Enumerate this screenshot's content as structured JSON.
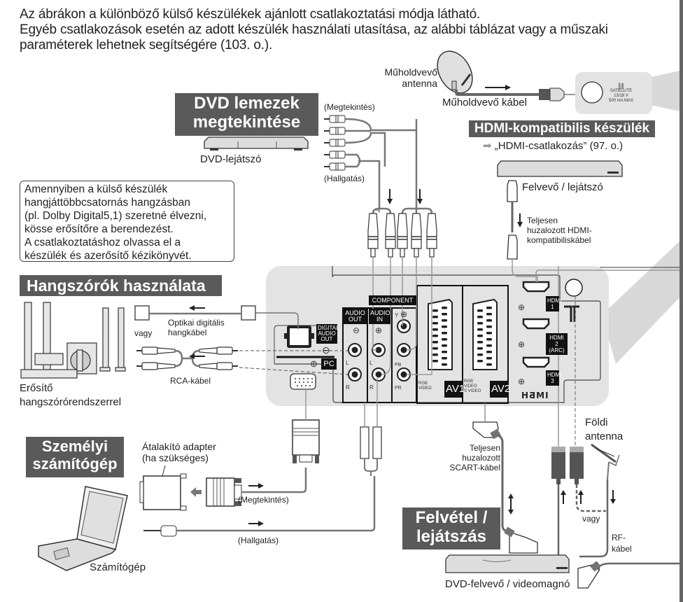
{
  "intro": {
    "line1": "Az ábrákon a különböző külső készülékek ajánlott csatlakoztatási módja látható.",
    "line2": "Egyéb csatlakozások esetén az adott készülék használati utasítása, az alábbi táblázat vagy a műszaki",
    "line3": "paraméterek lehetnek segítségére (103. o.)."
  },
  "satellite": {
    "antenna_label_1": "Műholdvevő",
    "antenna_label_2": "antenna",
    "cable_label": "Műholdvevő kábel",
    "port_label": "SATELLITE",
    "port_spec_1": "13/18 V",
    "port_spec_2": "500 mA MAX"
  },
  "dvd_section": {
    "banner_line1": "DVD lemezek",
    "banner_line2": "megtekintése",
    "device_label": "DVD-lejátszó",
    "video_label": "(Megtekintés)",
    "audio_label": "(Hallgatás)"
  },
  "hdmi_section": {
    "banner": "HDMI-kompatibilis készülék",
    "ref": "„HDMI-csatlakozás” (97. o.)",
    "device_label": "Felvevő / lejátszó",
    "cable_label_1": "Teljesen",
    "cable_label_2": "huzalozott HDMI-",
    "cable_label_3": "kompatibiliskábel"
  },
  "note": {
    "lines": [
      "Amennyiben a külső készülék",
      "hangjáttöbbcsatornás hangzásban",
      "(pl. Dolby Digital5,1) szeretné élvezni,",
      "kösse erősítőre a berendezést.",
      "A csatlakoztatáshoz olvassa el a",
      "készülék és azerősítő kézikönyvét."
    ]
  },
  "speakers_section": {
    "banner": "Hangszórók használata",
    "optical_label_1": "Optikai digitális",
    "optical_label_2": "hangkábel",
    "or_label": "vagy",
    "rca_label": "RCA-kábel",
    "device_label_1": "Erősítő",
    "device_label_2": "hangszórórendszerrel"
  },
  "tv_panel": {
    "digital_audio_out_1": "DIGITAL",
    "digital_audio_out_2": "AUDIO",
    "digital_audio_out_3": "OUT",
    "pc": "PC",
    "audio_out_1": "AUDIO",
    "audio_out_2": "OUT",
    "audio_in_1": "AUDIO",
    "audio_in_2": "IN",
    "component": "COMPONENT",
    "y": "Y",
    "pb": "PB",
    "pr": "PR",
    "l": "L",
    "r": "R",
    "av1": "AV1",
    "av2": "AV2",
    "av1_sub": [
      "RGB",
      "VIDEO"
    ],
    "av2_sub": [
      "RGB",
      "VIDEO",
      "S VIDEO"
    ],
    "hdmi1": [
      "HDMI",
      "1"
    ],
    "hdmi2": [
      "HDMI 2",
      "(ARC)"
    ],
    "hdmi3": [
      "HDMI",
      "3"
    ],
    "hdmi_logo": "HDMI"
  },
  "pc_section": {
    "banner_line1": "Személyi",
    "banner_line2": "számítógép",
    "adapter_label_1": "Átalakító adapter",
    "adapter_label_2": "(ha szükséges)",
    "video_label": "(Megtekintés)",
    "audio_label": "(Hallgatás)",
    "device_label": "Számítógép"
  },
  "recorder_section": {
    "banner_line1": "Felvétel /",
    "banner_line2": "lejátszás",
    "scart_label_1": "Teljesen",
    "scart_label_2": "huzalozott",
    "scart_label_3": "SCART-kábel",
    "antenna_label_1": "Földi",
    "antenna_label_2": "antenna",
    "or_label": "vagy",
    "rf_label_1": "RF-",
    "rf_label_2": "kábel",
    "device_label": "DVD-felvevő / videomagnó"
  },
  "colors": {
    "banner": "#5a5a5a",
    "panel": "#e3e3e3",
    "cable": "#777777",
    "dark": "#222222"
  }
}
